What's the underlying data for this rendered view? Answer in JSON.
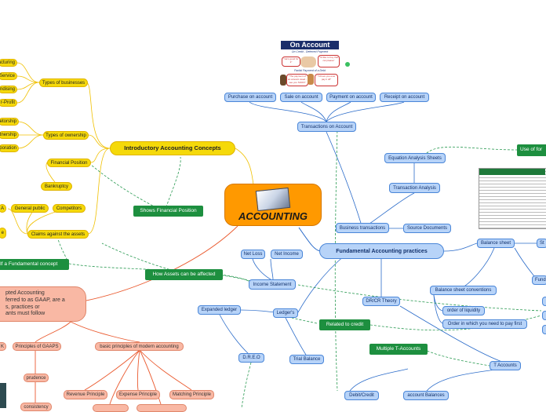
{
  "central": {
    "title": "ACCOUNTING"
  },
  "on_account_card": {
    "title": "On Account",
    "subtitle": "On Credit - Deferred Payment",
    "bubble1": "\"He's good for it\"",
    "bubble2": "\"I'd like to buy that car please\"",
    "caption2": "Partial Payment of a Debt",
    "bubble3": "\"The payment of an amount owed - see you SOON\"",
    "bubble4": "\"I'd love you ever pay it off\""
  },
  "intro": {
    "title": "Introductory Accounting Concepts",
    "types_of_businesses": "Types of businesses",
    "business_types": [
      "facturing",
      "Service",
      "andising",
      "r-Profit"
    ],
    "types_of_ownership": "Types of ownership",
    "ownership_types": [
      "etorship",
      "rtnership",
      "rporation"
    ],
    "financial_position": "Financial Position",
    "bankruptcy": "Bankruptcy",
    "claims_items": [
      "A",
      "General public",
      "Competitors"
    ],
    "claims_against_assets": "Claims against the assets",
    "claims_left": "e"
  },
  "gaap": {
    "text": "pted Accounting\nferred to as GAAP, are a\ns, practices or\nants must follow",
    "k": "K",
    "principles_of_gaaps": "Principles of GAAPS",
    "prudence": "prudence",
    "consistency": "consistency",
    "basic_principles": "basic principles of modern accounting",
    "revenue_principle": "Revenue Principle",
    "expense_principle": "Expense Principle",
    "matching_principle": "Matching Principle"
  },
  "green_labels": {
    "shows_financial_position": "Shows Financial Position",
    "fundamental_concept": "If a Fundamental concept",
    "how_assets_affected": "How Assets can be affected",
    "related_to_credit": "Related to credit",
    "multiple_t_accounts": "Multiple T-Accounts",
    "use_of_for": "Use of for"
  },
  "fundamental": {
    "title": "Fundamental Accounting practices",
    "transactions_on_account": "Transactions on Account",
    "purchase_on_account": "Purchase on account",
    "sale_on_account": "Sale on account",
    "payment_on_account": "Payment on account",
    "receipt_on_account": "Receipt on account",
    "business_transactions": "Business transactions",
    "equation_analysis_sheets": "Equation Analysis Sheets",
    "transaction_analysis": "Transaction Analysis",
    "source_documents": "Source Documents",
    "balance_sheet": "Balance sheet",
    "balance_sheet_conventions": "Balance sheet conventions",
    "order_of_liquidity": "order of liquidity",
    "order_in_which": "Order in which you need to pay first",
    "net_loss": "Net Loss",
    "net_income": "Net Income",
    "income_statement": "Income Statement",
    "expanded_ledger": "Expanded ledger",
    "ledgers": "Ledger's",
    "dreo": "D.R.E.O",
    "trial_balance": "Trial Balance",
    "dr_cr_theory": "DR/CR Theory",
    "t_accounts": "T Accounts",
    "debit_credit": "Debit/Credit",
    "account_balances": "account Balances",
    "st": "St",
    "fund": "Fund"
  },
  "colors": {
    "yellow": "#f5d90a",
    "blue": "#b7d3f8",
    "green": "#1d8f3f",
    "salmon": "#f9b8a4",
    "central": "#ff9900"
  }
}
